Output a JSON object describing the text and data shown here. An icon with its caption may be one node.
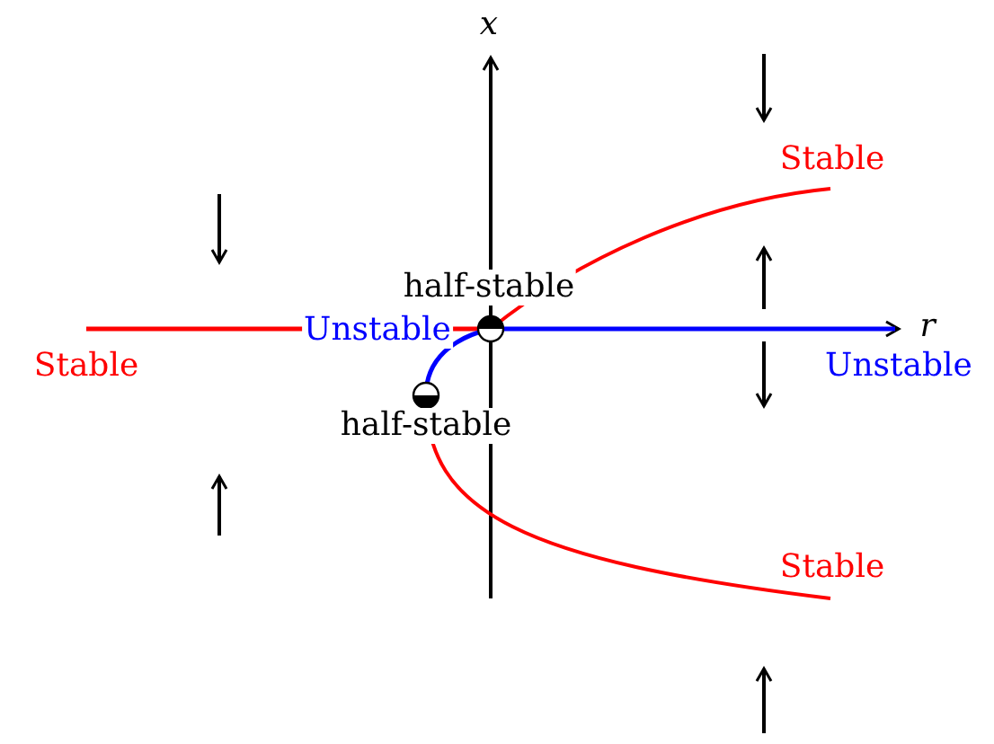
{
  "diagram": {
    "labels": [
      "x",
      "Stable",
      "half-stable",
      "Unstable",
      "r",
      "Stable",
      "Unstable",
      "half-stable",
      "Stable"
    ]
  }
}
